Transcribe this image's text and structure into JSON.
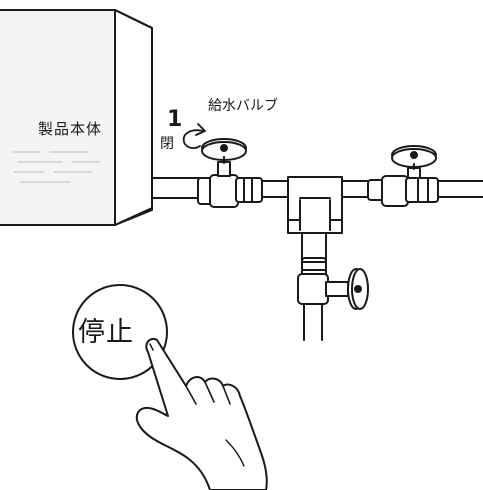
{
  "labels": {
    "unit": "製品本体",
    "step_number": "1",
    "close": "閉",
    "valve": "給水バルブ",
    "stop_button": "停止"
  },
  "colors": {
    "line": "#1a1a1a",
    "fill": "#ffffff",
    "unit_fill": "#f4f4f4",
    "hint": "#d0d0d0"
  },
  "icons": [
    "rotate-arrow-icon",
    "valve-handle-icon",
    "pointing-hand-icon"
  ]
}
